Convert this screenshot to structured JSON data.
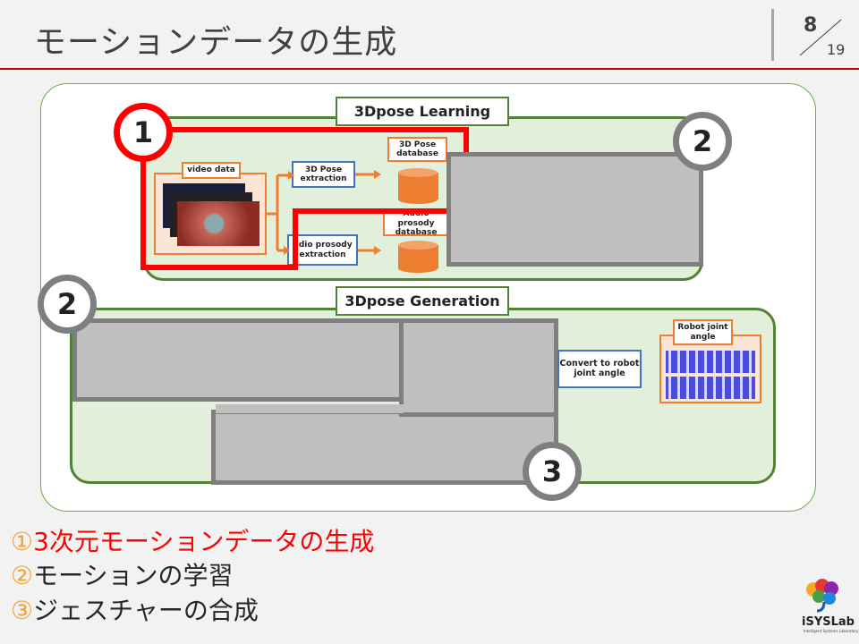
{
  "header": {
    "title": "モーションデータの生成",
    "page": "8",
    "total": "19"
  },
  "diagram": {
    "learning_label": "3Dpose Learning",
    "generation_label": "3Dpose Generation",
    "video_data": "video data",
    "pose_extraction": "3D Pose extraction",
    "audio_extraction": "udio prosody extraction",
    "pose_db": "3D Pose database",
    "audio_db": "Audio prosody database",
    "convert": "Convert to robot joint angle",
    "robot_joint": "Robot joint angle",
    "markers": {
      "m1": "1",
      "m2a": "2",
      "m2b": "2",
      "m3": "3"
    }
  },
  "list": [
    {
      "num": "①",
      "text": "3次元モーションデータの生成",
      "color": "#ff0000"
    },
    {
      "num": "②",
      "text": "モーションの学習"
    },
    {
      "num": "③",
      "text": "ジェスチャーの合成"
    }
  ],
  "logo": {
    "name": "iSYSLab",
    "sub": "Intelligent Systems Laboratory"
  },
  "colors": {
    "accent_red": "#ff0000",
    "green": "#548235",
    "orange": "#ed7d31",
    "blue": "#4472c4",
    "gray": "#7f7f7f"
  }
}
